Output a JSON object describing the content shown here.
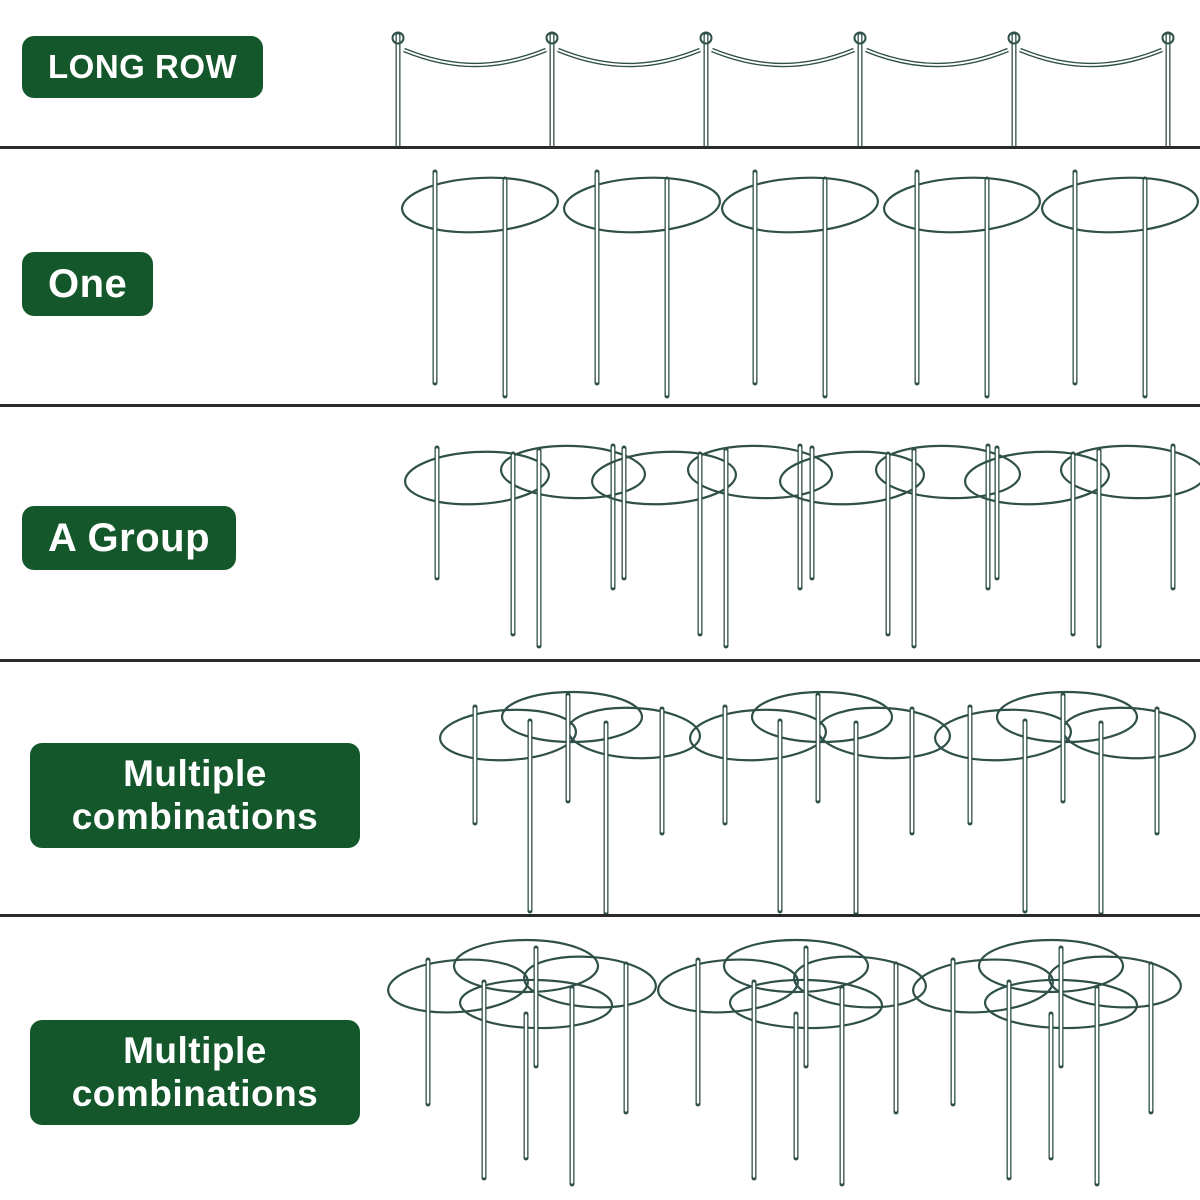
{
  "colors": {
    "background": "#ffffff",
    "badge_bg": "#14572b",
    "badge_text": "#ffffff",
    "wire": "#2f5048",
    "divider": "#2b2b2b"
  },
  "rows": [
    {
      "label": "LONG ROW",
      "arrangement": "long-row",
      "support_count": 6
    },
    {
      "label": "One",
      "arrangement": "single-supports",
      "support_count": 5
    },
    {
      "label": "A Group",
      "arrangement": "groups-of-two",
      "group_count": 4
    },
    {
      "label": "Multiple combinations",
      "arrangement": "groups-of-three",
      "group_count": 3
    },
    {
      "label": "Multiple combinations",
      "arrangement": "groups-of-four",
      "group_count": 3
    }
  ]
}
